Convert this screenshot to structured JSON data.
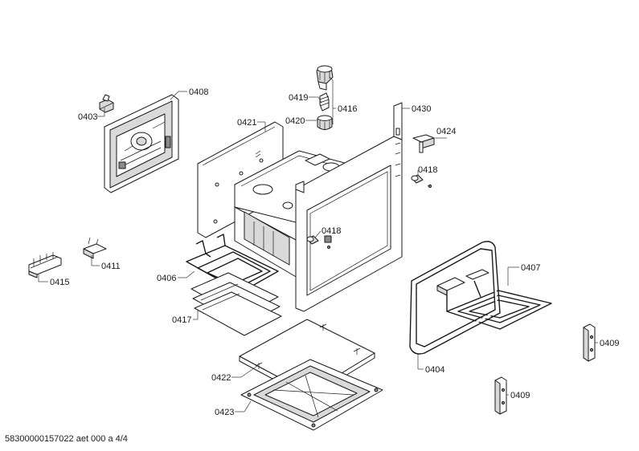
{
  "labels": {
    "p0403": "0403",
    "p0408": "0408",
    "p0419": "0419",
    "p0416": "0416",
    "p0420": "0420",
    "p0421": "0421",
    "p0430": "0430",
    "p0424": "0424",
    "p0418a": "0418",
    "p0418b": "0418",
    "p0411": "0411",
    "p0415": "0415",
    "p0406": "0406",
    "p0407": "0407",
    "p0417": "0417",
    "p0409a": "0409",
    "p0404": "0404",
    "p0422": "0422",
    "p0409b": "0409",
    "p0423": "0423"
  },
  "footer": "58300000157022 aet 000 a 4/4"
}
